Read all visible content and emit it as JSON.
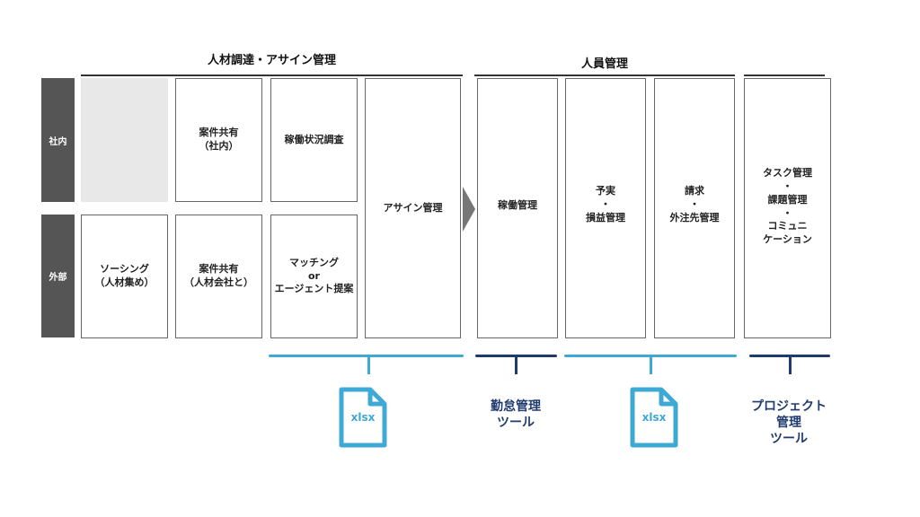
{
  "headers": {
    "talent": "人材調達・アサイン管理",
    "staff": "人員管理"
  },
  "rows": {
    "internal": "社内",
    "external": "外部"
  },
  "boxes": {
    "case_share_internal": "案件共有\n（社内）",
    "utilization_survey": "稼働状況調査",
    "assign_mgmt": "アサイン管理",
    "sourcing": "ソーシング\n（人材集め）",
    "case_share_vendor": "案件共有\n（人材会社と）",
    "matching": "マッチング\nor\nエージェント提案",
    "attendance_mgmt": "稼働管理",
    "budget": "予実\n・\n損益管理",
    "billing": "請求\n・\n外注先管理",
    "task": "タスク管理\n・\n課題管理\n・\nコミュニ\nケーション"
  },
  "tools": {
    "xlsx_label_1": "xlsx",
    "attendance_tool": "勤怠管理\nツール",
    "xlsx_label_2": "xlsx",
    "project_tool": "プロジェクト\n管理\nツール"
  },
  "colors": {
    "light_blue": "#3fa9d6",
    "navy": "#1f3a6e",
    "row_label": "#555555"
  }
}
